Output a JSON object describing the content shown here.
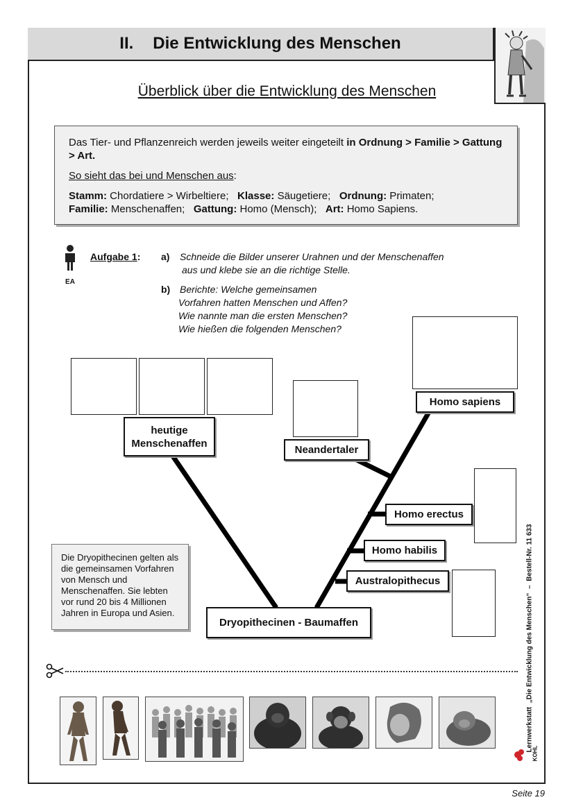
{
  "header": {
    "chapter_number": "II.",
    "chapter_title": "Die Entwicklung des Menschen"
  },
  "subtitle": "Überblick über die Entwicklung des Menschen",
  "info": {
    "line1_plain": "Das Tier- und Pflanzenreich werden jeweils weiter eingeteilt ",
    "line1_bold": "in Ordnung > Familie > Gattung > Art.",
    "line2": "So sieht das bei und Menschen aus",
    "line2_colon": ":",
    "stamm_label": "Stamm:",
    "stamm_value": " Chordatiere > Wirbeltiere;",
    "klasse_label": "Klasse:",
    "klasse_value": " Säugetiere;",
    "ordnung_label": "Ordnung:",
    "ordnung_value": " Primaten;",
    "familie_label": "Familie:",
    "familie_value": " Menschenaffen;",
    "gattung_label": "Gattung:",
    "gattung_value": " Homo (Mensch);",
    "art_label": "Art:",
    "art_value": " Homo Sapiens."
  },
  "task": {
    "ea_label": "EA",
    "title": "Aufgabe 1",
    "title_colon": ":",
    "a_marker": "a)",
    "a_line1": "Schneide die Bilder unserer Urahnen und der Menschenaffen",
    "a_line2": "aus und klebe sie an die richtige Stelle.",
    "b_marker": "b)",
    "b_line1": "Berichte: Welche gemeinsamen",
    "b_line2": "Vorfahren hatten Menschen und Affen?",
    "b_line3": "Wie nannte man die ersten Menschen?",
    "b_line4": "Wie hießen die folgenden Menschen?"
  },
  "tree": {
    "heutige_line1": "heutige",
    "heutige_line2": "Menschenaffen",
    "neandertaler": "Neandertaler",
    "homo_sapiens": "Homo sapiens",
    "homo_erectus": "Homo erectus",
    "homo_habilis": "Homo habilis",
    "australopithecus": "Australopithecus",
    "dryopithecinen": "Dryopithecinen - Baumaffen"
  },
  "note": "Die Dryopithecinen gelten als die gemeinsamen Vorfahren von Mensch und Menschenaffen. Sie lebten vor rund 20 bis 4 Millionen Jahren in Europa und Asien.",
  "side": {
    "publisher": "KOHL",
    "series": "Lernwerkstatt",
    "book_title": "„Die Entwicklung des Menschen“",
    "dash": "–",
    "order_number": "Bestell-Nr. 11 633"
  },
  "footer": {
    "page": "Seite 19"
  },
  "colors": {
    "title_bg": "#d9d9d9",
    "box_bg": "#f0f0f0",
    "publisher_red": "#d0262b"
  },
  "icons": {
    "scissors": "scissors-icon",
    "person": "student-icon"
  }
}
